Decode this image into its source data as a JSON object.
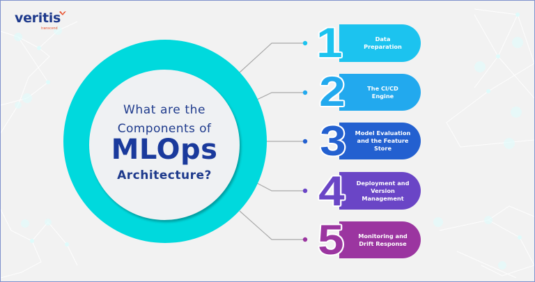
{
  "logo": {
    "name": "veritis",
    "tagline": "transcend",
    "name_color": "#1e3a8c",
    "tagline_color": "#e8502d"
  },
  "title": {
    "line1": "What are the",
    "line2": "Components of",
    "line3": "MLOps",
    "line4": "Architecture?",
    "color": "#1e3a8c"
  },
  "ring": {
    "outer_color": "#00d9dd",
    "inner_color": "#eff1f3"
  },
  "components": [
    {
      "number": "1",
      "lines": [
        "Data",
        "Preparation"
      ],
      "color": "#1cc3ef"
    },
    {
      "number": "2",
      "lines": [
        "The CI/CD",
        "Engine"
      ],
      "color": "#22a9ee"
    },
    {
      "number": "3",
      "lines": [
        "Model Evaluation",
        "and the Feature",
        "Store"
      ],
      "color": "#2360d0"
    },
    {
      "number": "4",
      "lines": [
        "Deployment and",
        "Version",
        "Management"
      ],
      "color": "#6a45c6"
    },
    {
      "number": "5",
      "lines": [
        "Monitoring and",
        "Drift Response"
      ],
      "color": "#9b35a0"
    }
  ],
  "connector_color": "#a9a9a9",
  "background_color": "#f2f2f2",
  "border_color": "#7d90cc"
}
